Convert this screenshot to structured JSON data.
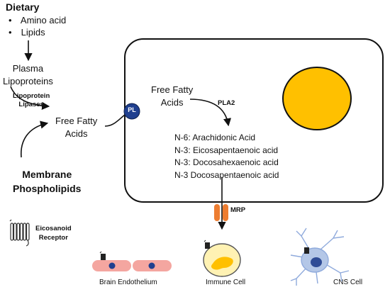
{
  "dietary": {
    "title": "Dietary",
    "items": [
      "Amino acid",
      "Lipids"
    ]
  },
  "plasma": {
    "line1": "Plasma",
    "line2": "Lipoproteins"
  },
  "lipases": {
    "line1": "Lipoprotein",
    "line2": "Lipases"
  },
  "outer_ffa": {
    "line1": "Free Fatty",
    "line2": "Acids"
  },
  "membrane": {
    "line1": "Membrane",
    "line2": "Phospholipids"
  },
  "pl_badge": "PL",
  "inner_ffa": {
    "line1": "Free Fatty",
    "line2": "Acids"
  },
  "pla2": "PLA2",
  "fatty_acid_list": [
    "N-6: Arachidonic Acid",
    "N-3: Eicosapentaenoic acid",
    "N-3: Docosahexaenoic acid",
    "N-3 Docosapentaenoic acid"
  ],
  "mrp": "MRP",
  "legend": {
    "line1": "Eicosanoid",
    "line2": "Receptor"
  },
  "bottom_labels": {
    "endothelium": "Brain Endothelium",
    "immune": "Immune Cell",
    "cns": "CNS Cell"
  },
  "colors": {
    "nucleus": "#FFC000",
    "pl_badge": "#1F3F8F",
    "mrp": "#ED7D31",
    "endothelium": "#F4A6A0",
    "immune_cell": "#FFF2B3",
    "cns_cell": "#B4C7E7",
    "cns_nucleus": "#2F4C96"
  }
}
